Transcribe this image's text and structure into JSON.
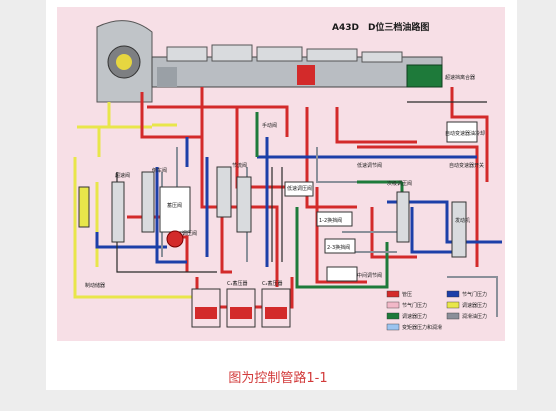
{
  "figure": {
    "title": "A43D　D位三档油路图",
    "background_color": "#f7dfe6",
    "line_colors": {
      "red": "#d32a2a",
      "dark_red": "#9b1b1b",
      "blue": "#1c3fa8",
      "green": "#1e7a3a",
      "yellow": "#e8e64a",
      "gray": "#8a8f99",
      "dark": "#2a2a2a"
    },
    "labels": {
      "upper": [
        "超速挡离合器",
        "自动变速器油冷却"
      ],
      "right": [
        "自动变速器开关",
        "低速调节阀",
        "次级调压阀",
        "发动机"
      ],
      "middle": [
        "低速调压阀",
        "1-2换挡阀",
        "2-3换挡阀",
        "中间调节阀",
        "手动阀",
        "节流阀"
      ],
      "left": [
        "超速阀",
        "倒车阀",
        "蓄压阀",
        "调压阀"
      ],
      "bottom": [
        "制动储器",
        "C₁蓄压器",
        "C₂蓄压器"
      ]
    },
    "legend": [
      {
        "color": "#d32a2a",
        "text": "管压"
      },
      {
        "color": "#1c3fa8",
        "text": "节气门压力"
      },
      {
        "color": "#f2b8c8",
        "text": "节气门压力"
      },
      {
        "color": "#e8e64a",
        "text": "调速器压力"
      },
      {
        "color": "#1e7a3a",
        "text": "调速器压力"
      },
      {
        "color": "#8a8f99",
        "text": "润滑油压力"
      },
      {
        "color": "#9bc4f0",
        "text": "变矩器压力和润滑"
      }
    ]
  },
  "caption": "图为控制管路1-1"
}
